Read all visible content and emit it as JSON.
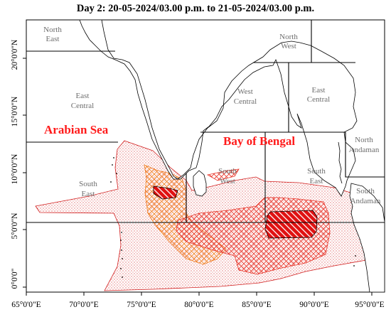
{
  "title": "Day 2: 20-05-2024/03.00 p.m. to 21-05-2024/03.00 p.m.",
  "seas": {
    "arabian_sea": "Arabian Sea",
    "bay_of_bengal": "Bay of Bengal"
  },
  "region_labels": {
    "north_east": [
      "North",
      "East"
    ],
    "east_central_arabian": [
      "East",
      "Central"
    ],
    "south_east_arabian": [
      "South",
      "East"
    ],
    "north_west_bay": [
      "North",
      "West"
    ],
    "west_central_bay": [
      "West",
      "Central"
    ],
    "east_central_bay": [
      "East",
      "Central"
    ],
    "north_andaman": [
      "North",
      "Andaman"
    ],
    "south_east_bay": [
      "South",
      "East"
    ],
    "south_west_bay": [
      "South",
      "West"
    ],
    "south_andaman": [
      "South",
      "Andaman"
    ]
  },
  "axes": {
    "x_ticks": [
      "65°0'0\"E",
      "70°0'0\"E",
      "75°0'0\"E",
      "80°0'0\"E",
      "85°0'0\"E",
      "90°0'0\"E",
      "95°0'0\"E"
    ],
    "y_ticks": [
      "0°0'0\"",
      "5°0'0\"N",
      "10°0'0\"N",
      "15°0'0\"N",
      "20°0'0\"N"
    ]
  },
  "colors": {
    "sea_label": "#ff1a1a",
    "stipple_fill": "#d11d1d",
    "cross_hatch": "#e8362a",
    "orange_hatch": "#f07c1e",
    "dense_red": "#e01212",
    "region_label": "#6e6e6e"
  }
}
